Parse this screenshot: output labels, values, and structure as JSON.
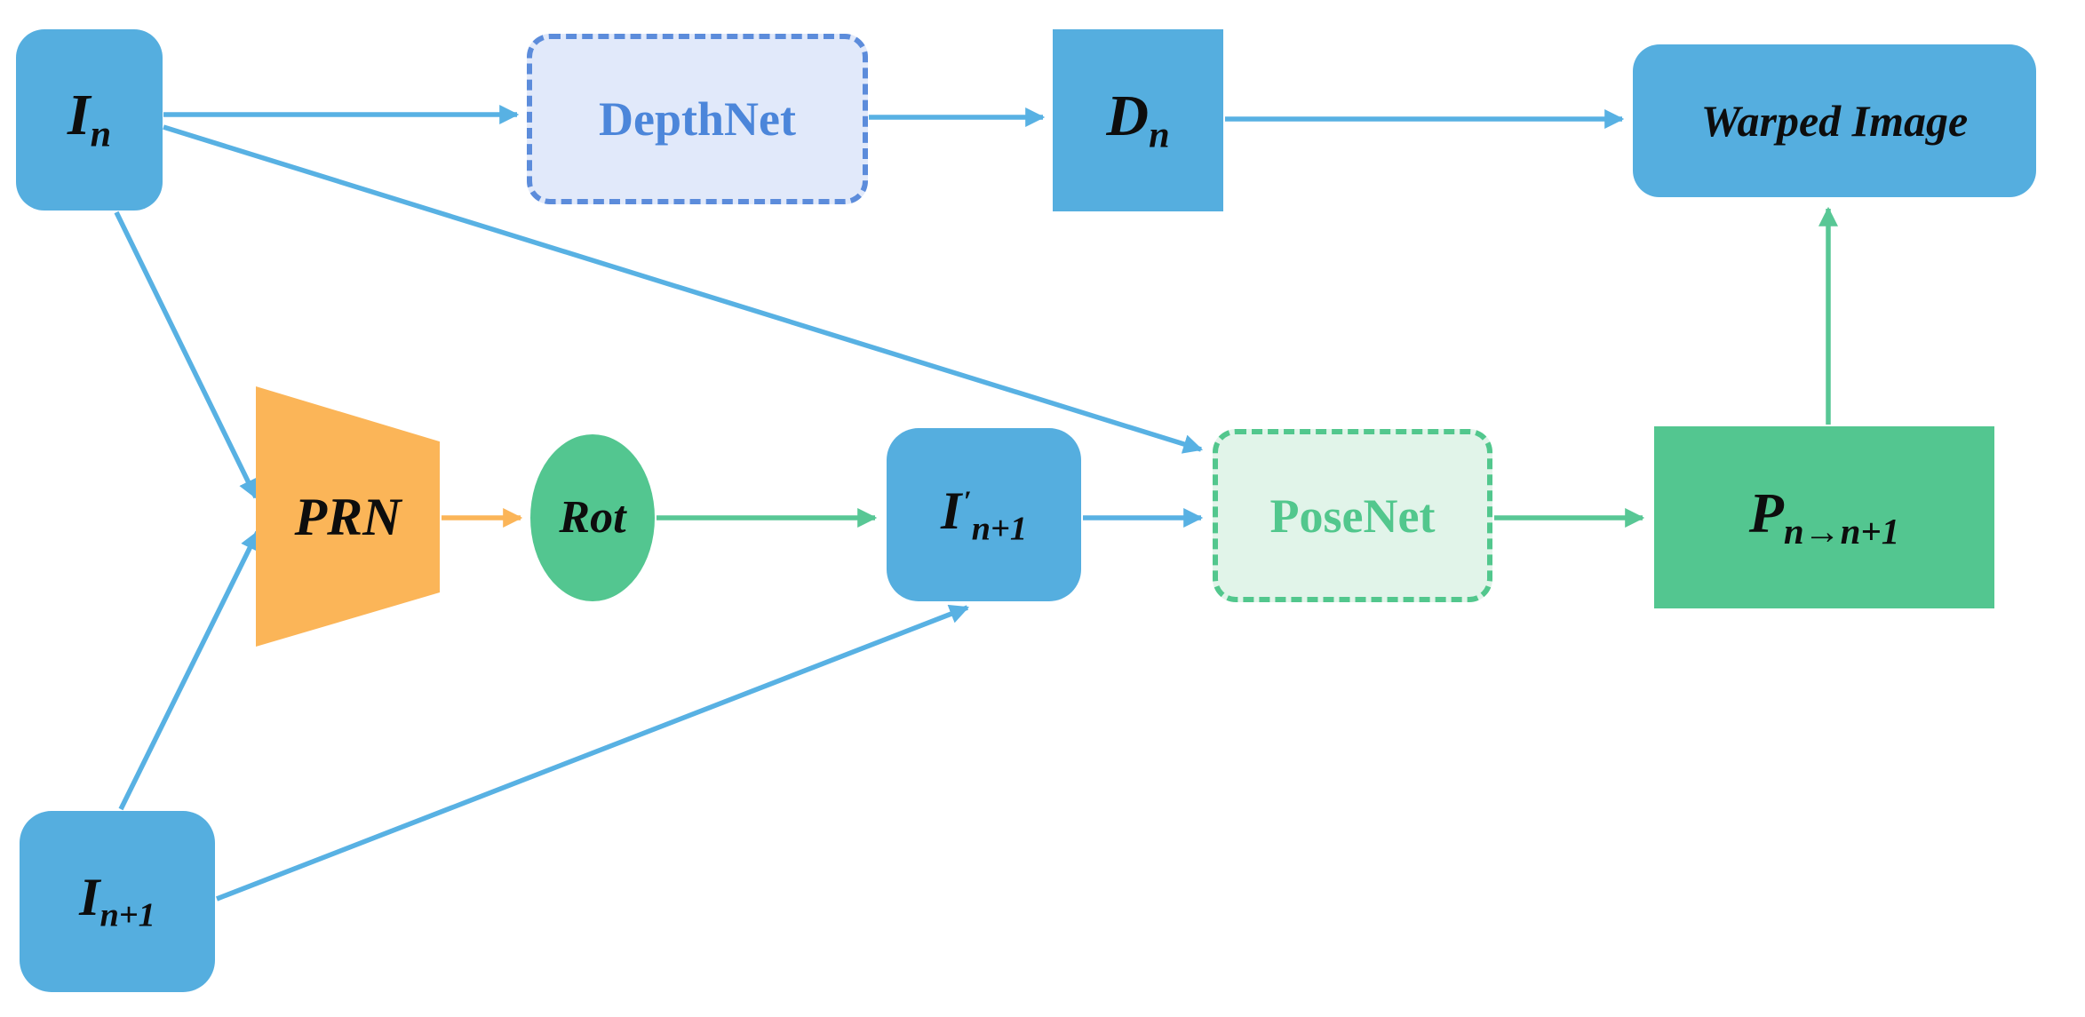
{
  "diagram": {
    "nodes": {
      "in": {
        "base": "I",
        "sub": "n"
      },
      "depthnet": {
        "label": "DepthNet"
      },
      "dn": {
        "base": "D",
        "sub": "n"
      },
      "warped": {
        "label": "Warped Image"
      },
      "prn": {
        "label": "PRN"
      },
      "rot": {
        "label": "Rot"
      },
      "iprime": {
        "base": "I",
        "prime": "′",
        "sub": "n+1"
      },
      "posenet": {
        "label": "PoseNet"
      },
      "p": {
        "base": "P",
        "sub": "n→n+1"
      },
      "in1": {
        "base": "I",
        "sub": "n+1"
      }
    },
    "edges": [
      {
        "from": "I_n",
        "to": "DepthNet",
        "color": "blue"
      },
      {
        "from": "DepthNet",
        "to": "D_n",
        "color": "blue"
      },
      {
        "from": "D_n",
        "to": "Warped Image",
        "color": "blue"
      },
      {
        "from": "I_n",
        "to": "PRN",
        "color": "blue"
      },
      {
        "from": "I_n",
        "to": "PoseNet",
        "color": "blue"
      },
      {
        "from": "I_n+1",
        "to": "PRN",
        "color": "blue"
      },
      {
        "from": "I_n+1",
        "to": "I'_n+1",
        "color": "blue"
      },
      {
        "from": "PRN",
        "to": "Rot",
        "color": "orange"
      },
      {
        "from": "Rot",
        "to": "I'_n+1",
        "color": "green"
      },
      {
        "from": "I'_n+1",
        "to": "PoseNet",
        "color": "blue"
      },
      {
        "from": "PoseNet",
        "to": "P_n→n+1",
        "color": "green"
      },
      {
        "from": "P_n→n+1",
        "to": "Warped Image",
        "color": "green"
      }
    ],
    "colors": {
      "node_blue": "#55AEDF",
      "node_orange": "#FBB558",
      "node_green": "#53C690",
      "depthnet_fill": "#E1E9FA",
      "depthnet_border": "#5C8CDB",
      "depthnet_text": "#4C86DA",
      "posenet_fill": "#E1F4E9",
      "posenet_border": "#52C78D",
      "posenet_text": "#52C78D",
      "arrow_blue": "#58B1E3",
      "arrow_orange": "#FBB558",
      "arrow_green": "#58C795",
      "label_text": "#0D0D0D"
    }
  }
}
